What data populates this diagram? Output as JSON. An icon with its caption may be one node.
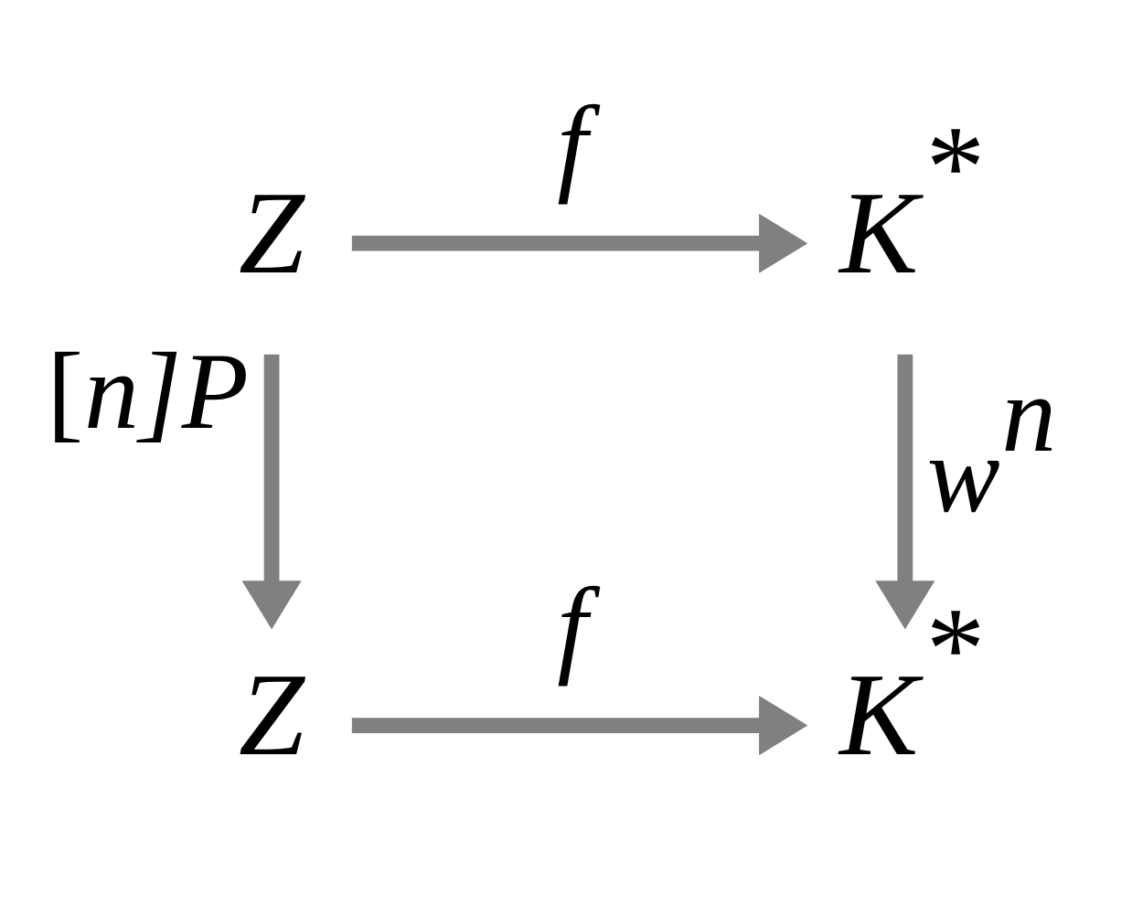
{
  "diagram": {
    "nodes": [
      {
        "text": [
          "Z"
        ]
      },
      {
        "text": [
          "K$^{*}$"
        ]
      },
      {
        "text": [
          "Z"
        ]
      },
      {
        "text": [
          "K$^{*}$"
        ]
      }
    ],
    "edges": [
      {
        "from": 0,
        "to": 1,
        "arrow": "to",
        "label": "f"
      },
      {
        "from": 0,
        "to": 2,
        "arrow": "to",
        "label": "[*n*]*P*"
      },
      {
        "from": 1,
        "to": 3,
        "arrow": "to",
        "label": "w$^{n}$"
      },
      {
        "from": 2,
        "to": 3,
        "arrow": "to",
        "label": "f"
      }
    ]
  }
}
